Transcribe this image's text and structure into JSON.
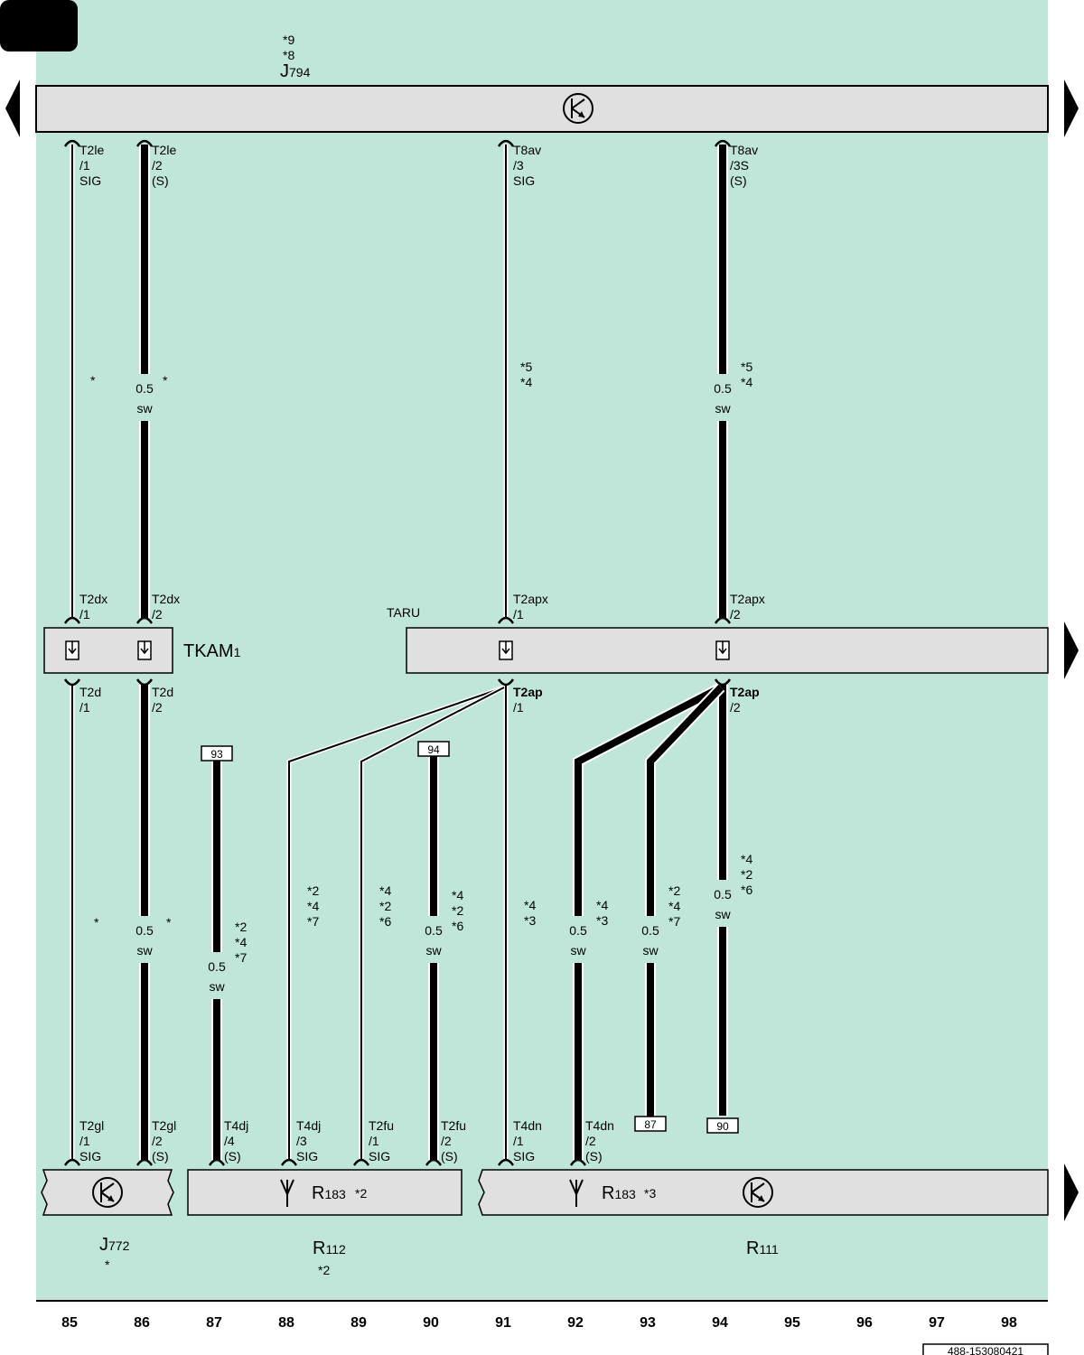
{
  "page_code": "488-153080421",
  "columns": [
    "85",
    "86",
    "87",
    "88",
    "89",
    "90",
    "91",
    "92",
    "93",
    "94",
    "95",
    "96",
    "97",
    "98"
  ],
  "top": {
    "notes": [
      "*9",
      "*8"
    ],
    "name": "J",
    "sub": "794"
  },
  "wires": [
    {
      "id": "w85",
      "t1": "T2le",
      "t2": "/1",
      "t3": "SIG",
      "thick": false,
      "mid": [
        "*"
      ],
      "b1": "T2dx",
      "b2": "/1",
      "c1": "T2d",
      "c2": "/1",
      "lmid": [
        "*"
      ],
      "e1": "T2gl",
      "e2": "/1",
      "e3": "SIG"
    },
    {
      "id": "w86",
      "t1": "T2le",
      "t2": "/2",
      "t3": "(S)",
      "thick": true,
      "size": "0.5",
      "color": "sw",
      "mid": [
        "*"
      ],
      "b1": "T2dx",
      "b2": "/2",
      "c1": "T2d",
      "c2": "/2",
      "lsize": "0.5",
      "lcolor": "sw",
      "lmid": [
        "*"
      ],
      "e1": "T2gl",
      "e2": "/2",
      "e3": "(S)"
    },
    {
      "id": "w91",
      "t1": "T8av",
      "t2": "/3",
      "t3": "SIG",
      "thick": false,
      "mid": [
        "*5",
        "*4"
      ],
      "b1": "T2apx",
      "b2": "/1",
      "c1": "T2ap",
      "c2": "/1",
      "lmid": [
        "*4",
        "*3"
      ],
      "e1": "T4dn",
      "e2": "/1",
      "e3": "SIG"
    },
    {
      "id": "w94",
      "t1": "T8av",
      "t2": "/3S",
      "t3": "(S)",
      "thick": true,
      "size": "0.5",
      "color": "sw",
      "mid": [
        "*5",
        "*4"
      ],
      "b1": "T2apx",
      "b2": "/2",
      "c1": "T2ap",
      "c2": "/2",
      "lsize": "0.5",
      "lcolor": "sw",
      "lmid": [
        "*4",
        "*2",
        "*6"
      ]
    }
  ],
  "lower_wires": [
    {
      "id": "w87",
      "ref": "93",
      "size": "0.5",
      "color": "sw",
      "notes": [
        "*2",
        "*4",
        "*7"
      ],
      "e1": "T4dj",
      "e2": "/4",
      "e3": "(S)"
    },
    {
      "id": "w88",
      "notes": [
        "*2",
        "*4",
        "*7"
      ],
      "e1": "T4dj",
      "e2": "/3",
      "e3": "SIG"
    },
    {
      "id": "w89",
      "notes": [
        "*4",
        "*2",
        "*6"
      ],
      "e1": "T2fu",
      "e2": "/1",
      "e3": "SIG"
    },
    {
      "id": "w90",
      "ref": "94",
      "size": "0.5",
      "color": "sw",
      "notes": [
        "*4",
        "*2",
        "*6"
      ],
      "e1": "T2fu",
      "e2": "/2",
      "e3": "(S)"
    },
    {
      "id": "w92",
      "size": "0.5",
      "color": "sw",
      "notes": [
        "*4",
        "*3"
      ],
      "e1": "T4dn",
      "e2": "/2",
      "e3": "(S)"
    },
    {
      "id": "w93",
      "size": "0.5",
      "color": "sw",
      "notes": [
        "*2",
        "*4",
        "*7"
      ],
      "ref_bottom": "87"
    }
  ],
  "ref_bottom_94": "90",
  "tkam": {
    "name": "TKAM",
    "sub": "1"
  },
  "taru": {
    "name": "TARU"
  },
  "components": {
    "j772": {
      "name": "J",
      "sub": "772",
      "note": "*"
    },
    "r183a": {
      "name": "R",
      "sub": "183",
      "note": "*2"
    },
    "r112": {
      "name": "R",
      "sub": "112",
      "note": "*2"
    },
    "r183b": {
      "name": "R",
      "sub": "183",
      "note": "*3"
    },
    "r111": {
      "name": "R",
      "sub": "111"
    }
  },
  "colors": {
    "background": "#c0e6d9",
    "component_fill": "#e0e0e0",
    "line": "#000000"
  }
}
